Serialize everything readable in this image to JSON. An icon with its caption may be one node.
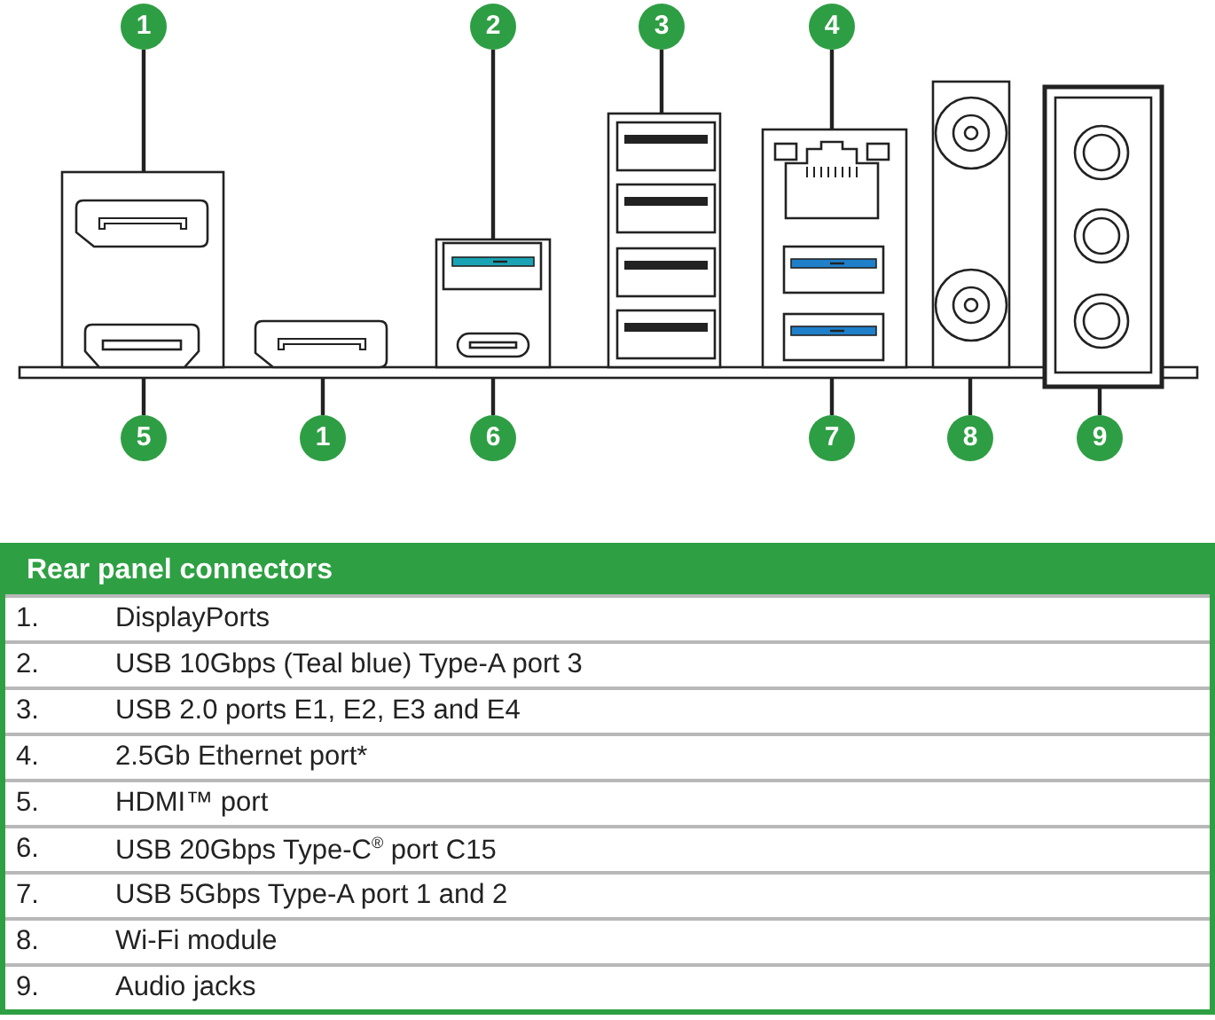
{
  "diagram": {
    "nodes": [
      {
        "text": [
          "1"
        ]
      },
      {
        "text": [
          "2"
        ]
      },
      {
        "text": [
          "3"
        ]
      },
      {
        "text": [
          "4"
        ]
      },
      {
        "text": [],
        "shape": "picture"
      },
      {
        "text": [],
        "shape": "picture"
      },
      {
        "text": [],
        "shape": "picture"
      },
      {
        "text": [],
        "shape": "picture"
      },
      {
        "text": [],
        "shape": "picture"
      },
      {
        "text": [],
        "shape": "picture"
      },
      {
        "text": [],
        "shape": "picture"
      },
      {
        "text": [],
        "shape": "picture"
      },
      {
        "text": [],
        "shape": "picture"
      },
      {
        "text": [],
        "shape": "picture"
      },
      {
        "text": [
          "5"
        ]
      },
      {
        "text": [
          "1"
        ]
      },
      {
        "text": [
          "6"
        ]
      },
      {
        "text": [
          "7"
        ]
      },
      {
        "text": [
          "8"
        ]
      },
      {
        "text": [
          "9"
        ]
      }
    ],
    "edges": [
      {
        "from": 0,
        "to": 4,
        "arrow": "none"
      },
      {
        "from": 1,
        "to": 7,
        "arrow": "none"
      },
      {
        "from": 2,
        "to": 9,
        "arrow": "none"
      },
      {
        "from": 3,
        "to": 10,
        "arrow": "none"
      },
      {
        "from": 14,
        "to": 5,
        "arrow": "none"
      },
      {
        "from": 15,
        "to": 6,
        "arrow": "none"
      },
      {
        "from": 16,
        "to": 8,
        "arrow": "none"
      },
      {
        "from": 17,
        "to": 11,
        "arrow": "none"
      },
      {
        "from": 18,
        "to": 12,
        "arrow": "none"
      },
      {
        "from": 19,
        "to": 13,
        "arrow": "none"
      }
    ],
    "labels": [
      "Rear panel connectors",
      "1.",
      "DisplayPorts",
      "2.",
      "USB 10Gbps (Teal blue) Type-A port 3",
      "3.",
      "USB 2.0 ports E1, E2, E3 and E4",
      "4.",
      "2.5Gb Ethernet port*",
      "5.",
      "HDMI™ port",
      "6.",
      "USB 20Gbps Type-C$^{®}$ port C15",
      "7.",
      "USB 5Gbps Type-A port 1 and 2",
      "8.",
      "Wi-Fi module",
      "9.",
      "Audio jacks"
    ]
  }
}
